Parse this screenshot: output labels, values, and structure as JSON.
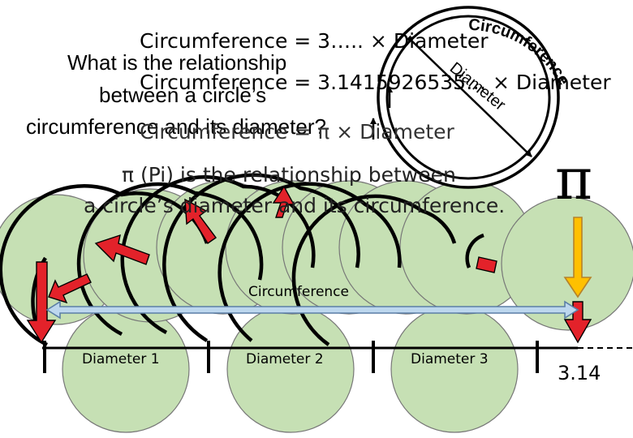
{
  "slide": {
    "formula_1": "Circumference = 3….. × Diameter",
    "formula_2": "Circumference = 3.1415926535… × Diameter",
    "formula_3": "Circumference = π × Diameter",
    "question": [
      "What is the relationship",
      "between a circle’s",
      "circumference and its diameter?"
    ],
    "pi_statement": [
      "π (Pi) is the relationship between",
      "a circle’s diameter and its circumference."
    ],
    "pi_symbol": "π",
    "circle_label_circumference": "Circumference",
    "circle_label_diameter": "Diameter",
    "circumference_arrow_label": "Circumference",
    "diameter_labels": [
      "Diameter 1",
      "Diameter 2",
      "Diameter 3"
    ],
    "result_value": "3.14"
  },
  "colors": {
    "circle_fill": "#c6e0b4",
    "arrow_red": "#e3222a",
    "arrow_blue": "#bdd7ee",
    "arrow_gold": "#ffc000",
    "arrow_gold_outline": "#b5822a"
  }
}
